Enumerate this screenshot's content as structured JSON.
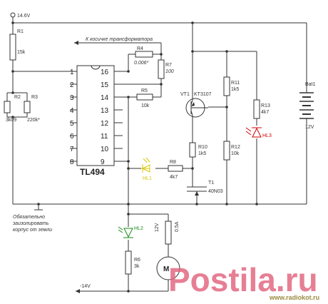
{
  "supply": {
    "pos": "14.6V",
    "neg": "-14V"
  },
  "note_top": "К косичке трансформатора",
  "note_bottom": [
    "Обязательно",
    "заизолировать",
    "корпус от земли"
  ],
  "ic": {
    "name": "TL494",
    "left_pins": [
      "1",
      "2",
      "3",
      "4",
      "5",
      "6",
      "7",
      "8"
    ],
    "right_pins": [
      "16",
      "15",
      "14",
      "13",
      "12",
      "11",
      "10",
      "9"
    ]
  },
  "components": {
    "r1": {
      "ref": "R1",
      "value": "15k"
    },
    "r2": {
      "ref": "R2",
      "value": "3k09"
    },
    "r3": {
      "ref": "R3",
      "value": "220k*"
    },
    "r4": {
      "ref": "R4",
      "value": "0.006*"
    },
    "r5": {
      "ref": "R5",
      "value": "10k"
    },
    "r6": {
      "ref": "R6",
      "value": "3k"
    },
    "r7": {
      "ref": "R7",
      "value": "100"
    },
    "r8": {
      "ref": "R8",
      "value": "4k7"
    },
    "r10": {
      "ref": "R10",
      "value": "1k5"
    },
    "r11": {
      "ref": "R11",
      "value": "1k5"
    },
    "r12": {
      "ref": "R12",
      "value": "10k"
    },
    "r13": {
      "ref": "R13",
      "value": "4k7"
    },
    "vt1": {
      "ref": "VT1",
      "value": "KT3107"
    },
    "t1": {
      "ref": "T1",
      "value": "40N03"
    },
    "hl1": {
      "ref": "HL1"
    },
    "hl2": {
      "ref": "HL2"
    },
    "hl3": {
      "ref": "HL3"
    },
    "fan": {
      "value_a": "12V",
      "value_b": "0.5A"
    },
    "bat": {
      "ref": "Bat1",
      "value": "12V"
    }
  },
  "watermark": {
    "main": "Postila.ru",
    "sub": "www.radiokot.ru"
  },
  "colors": {
    "red": "#d00000",
    "green": "#1a8a1a",
    "yellow": "#d8c400",
    "line": "#333333"
  }
}
